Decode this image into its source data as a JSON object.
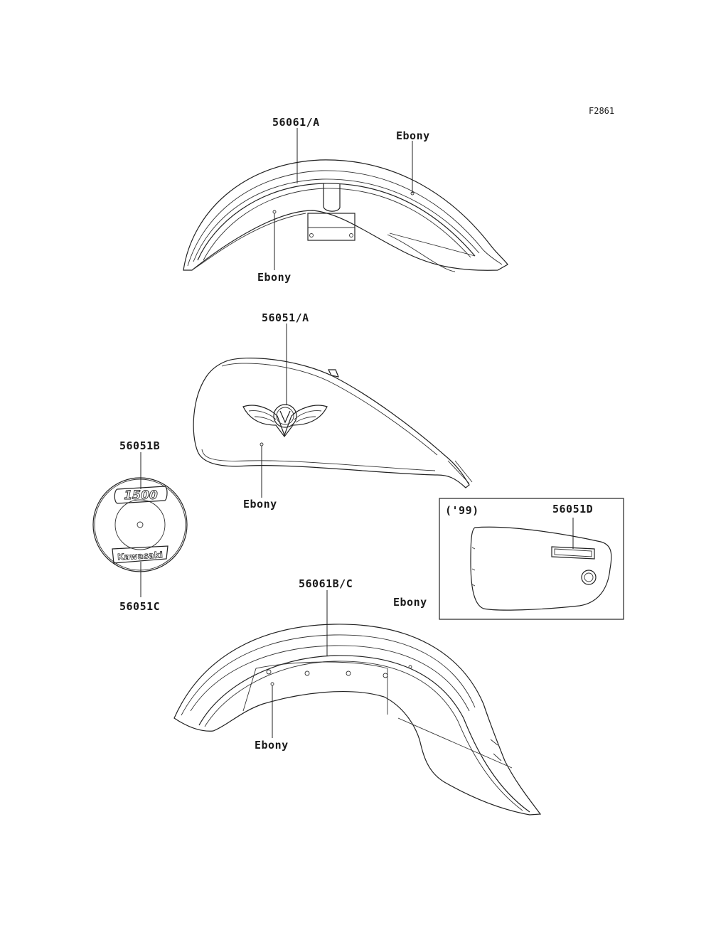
{
  "figure_id": "F2861",
  "rear_fender_top": {
    "part_label": "56061/A",
    "color_label_right": "Ebony",
    "color_label_bottom": "Ebony"
  },
  "fuel_tank": {
    "part_label": "56051/A",
    "color_label": "Ebony"
  },
  "air_cleaner_cover": {
    "part_label_top": "56051B",
    "part_label_bottom": "56051C",
    "emblem_top_text": "1500",
    "emblem_bottom_text": "Kawasaki"
  },
  "side_cover_inset": {
    "year_note": "('99)",
    "part_label": "56051D",
    "color_label": "Ebony"
  },
  "front_fender_bottom": {
    "part_label": "56061B/C",
    "color_label": "Ebony"
  }
}
